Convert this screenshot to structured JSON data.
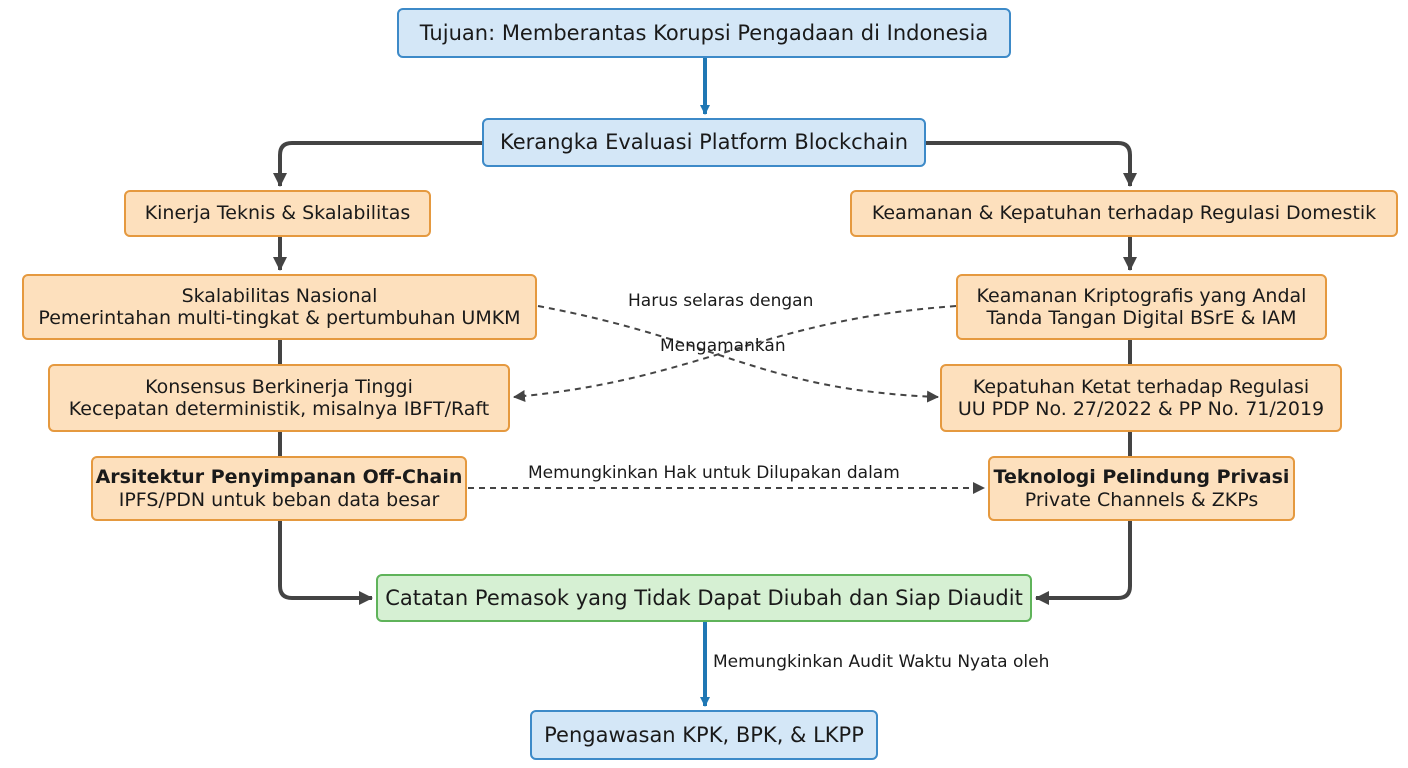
{
  "nodes": {
    "goal": "Tujuan: Memberantas Korupsi Pengadaan di Indonesia",
    "framework": "Kerangka Evaluasi Platform Blockchain",
    "technical": "Kinerja Teknis & Skalabilitas",
    "security": "Keamanan & Kepatuhan terhadap Regulasi Domestik",
    "scalability": {
      "title": "Skalabilitas Nasional",
      "sub": "Pemerintahan multi-tingkat & pertumbuhan UMKM"
    },
    "consensus": {
      "title": "Konsensus Berkinerja Tinggi",
      "sub": "Kecepatan deterministik, misalnya IBFT/Raft"
    },
    "storage": {
      "title": "Arsitektur Penyimpanan Off-Chain",
      "sub": "IPFS/PDN untuk beban data besar"
    },
    "crypto": {
      "title": "Keamanan Kriptografis yang Andal",
      "sub": "Tanda Tangan Digital BSrE & IAM"
    },
    "compliance": {
      "title": "Kepatuhan Ketat terhadap Regulasi",
      "sub": "UU PDP No. 27/2022 & PP No. 71/2019"
    },
    "privacy": {
      "title": "Teknologi Pelindung Privasi",
      "sub": "Private Channels & ZKPs"
    },
    "records": "Catatan Pemasok yang Tidak Dapat Diubah dan Siap Diaudit",
    "oversight": "Pengawasan KPK, BPK, & LKPP"
  },
  "edge_labels": {
    "align": "Harus selaras dengan",
    "secure": "Mengamankan",
    "forget": "Memungkinkan Hak untuk Dilupakan dalam",
    "audit": "Memungkinkan Audit Waktu Nyata oleh"
  },
  "colors": {
    "blue_fill": "#d4e7f7",
    "blue_border": "#3d8ac8",
    "orange_fill": "#fde0bd",
    "orange_border": "#e5993f",
    "green_fill": "#d6f0d3",
    "green_border": "#5fb35a",
    "arrow_blue": "#1f77b4",
    "arrow_gray": "#444444"
  }
}
